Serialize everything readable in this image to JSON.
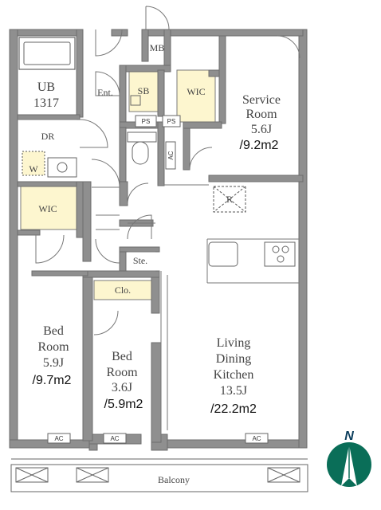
{
  "rooms": {
    "ub": {
      "name": "UB",
      "code": "1317"
    },
    "entrance": {
      "name": "Ent."
    },
    "sb": {
      "name": "SB"
    },
    "mb": {
      "name": "MB"
    },
    "wic_north": {
      "name": "WIC"
    },
    "service_room": {
      "line1": "Service",
      "line2": "Room",
      "size": "5.6J",
      "area": "/9.2m2"
    },
    "dr": {
      "name": "DR",
      "w": "W"
    },
    "wic_west": {
      "name": "WIC"
    },
    "ps1": "PS",
    "ps2": "PS",
    "ac_small": "AC",
    "refrigerator": "R",
    "storage": "Ste.",
    "closet": "Clo.",
    "bedroom_left": {
      "line1": "Bed",
      "line2": "Room",
      "size": "5.9J",
      "area": "/9.7m2"
    },
    "bedroom_mid": {
      "line1": "Bed",
      "line2": "Room",
      "size": "3.6J",
      "area": "/5.9m2"
    },
    "ldk": {
      "line1": "Living",
      "line2": "Dining",
      "line3": "Kitchen",
      "size": "13.5J",
      "area": "/22.2m2"
    },
    "ac1": "AC",
    "ac2": "AC",
    "ac3": "AC",
    "balcony": "Balcony"
  },
  "compass": {
    "label": "N"
  },
  "colors": {
    "wall": "#8f8f8f",
    "wall_stroke": "#6e6e6e",
    "storage_fill": "#fdf6cf",
    "compass_green": "#0a6e58",
    "compass_text": "#0b3d5c"
  }
}
